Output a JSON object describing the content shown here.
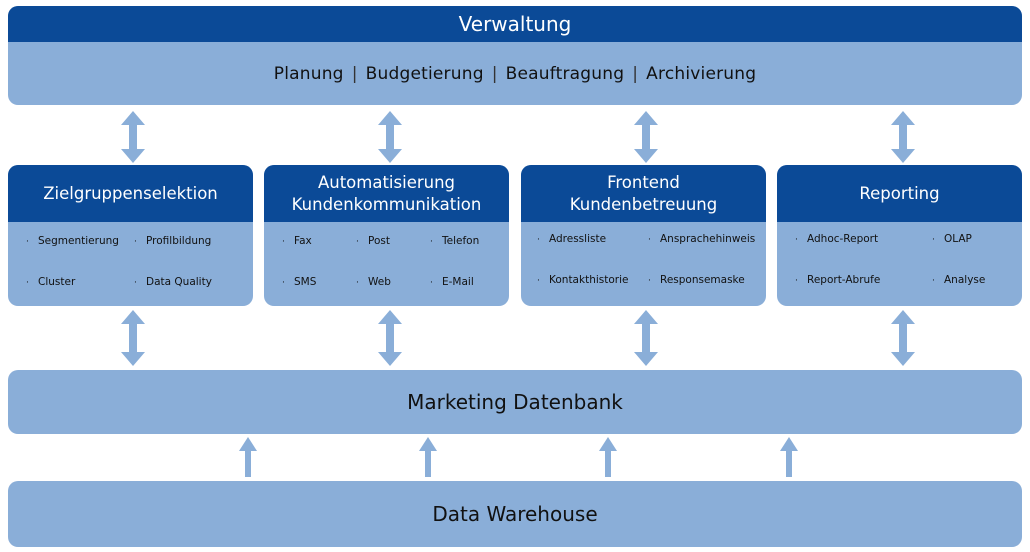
{
  "verwaltung": {
    "title": "Verwaltung",
    "tasks": [
      "Planung",
      "Budgetierung",
      "Beauftragung",
      "Archivierung"
    ],
    "separator": "|"
  },
  "modules": [
    {
      "title_lines": [
        "Zielgruppenselektion"
      ],
      "items": [
        "Segmentierung",
        "Profilbildung",
        "Cluster",
        "Data Quality"
      ]
    },
    {
      "title_lines": [
        "Automatisierung",
        "Kundenkommunikation"
      ],
      "items": [
        "Fax",
        "Post",
        "Telefon",
        "SMS",
        "Web",
        "E-Mail"
      ]
    },
    {
      "title_lines": [
        "Frontend",
        "Kundenbetreuung"
      ],
      "items": [
        "Adressliste",
        "Ansprachehinweis",
        "Kontakthistorie",
        "Responsemaske"
      ]
    },
    {
      "title_lines": [
        "Reporting"
      ],
      "items": [
        "Adhoc-Report",
        "OLAP",
        "Report-Abrufe",
        "Analyse"
      ]
    }
  ],
  "bullet": "·",
  "marketing_db": {
    "label": "Marketing Datenbank"
  },
  "data_warehouse": {
    "label": "Data Warehouse"
  },
  "colors": {
    "header_dark_blue": "#0b4a97",
    "panel_light_blue": "#8aaed8",
    "arrow_blue": "#8aaed8"
  }
}
